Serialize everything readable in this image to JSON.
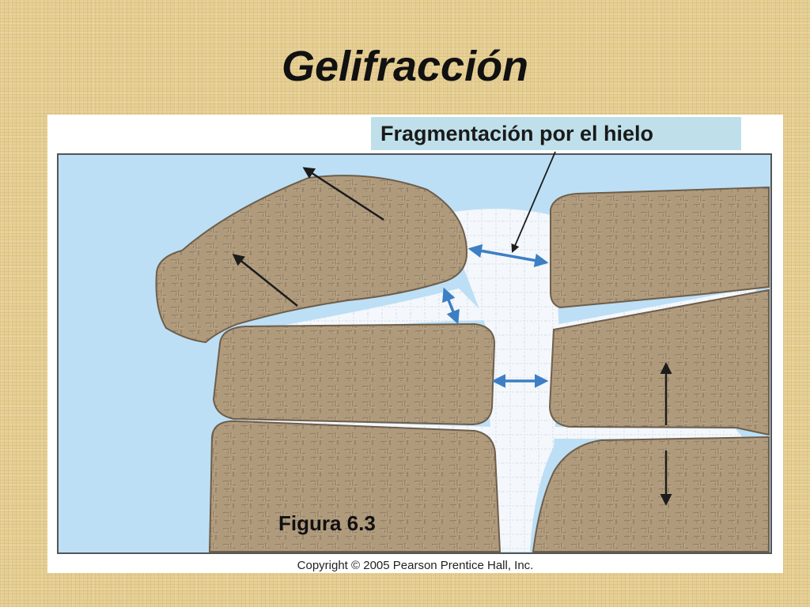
{
  "slide": {
    "title": "Gelifracción"
  },
  "figure": {
    "callout": "Fragmentación por el hielo",
    "label": "Figura 6.3",
    "copyright": "Copyright © 2005 Pearson Prentice Hall, Inc."
  },
  "colors": {
    "background": "#e6cf93",
    "sky": "#bcdff5",
    "rock": "#b09a7c",
    "rock_outline": "#6e5e4a",
    "ice": "#f4f7fb",
    "expansion_arrow": "#3d7fc4",
    "movement_arrow": "#1c1c1c",
    "callout_fill": "#bfe0ea"
  },
  "icons": {
    "expansion": "double-headed-arrow-icon",
    "movement": "arrow-icon"
  }
}
